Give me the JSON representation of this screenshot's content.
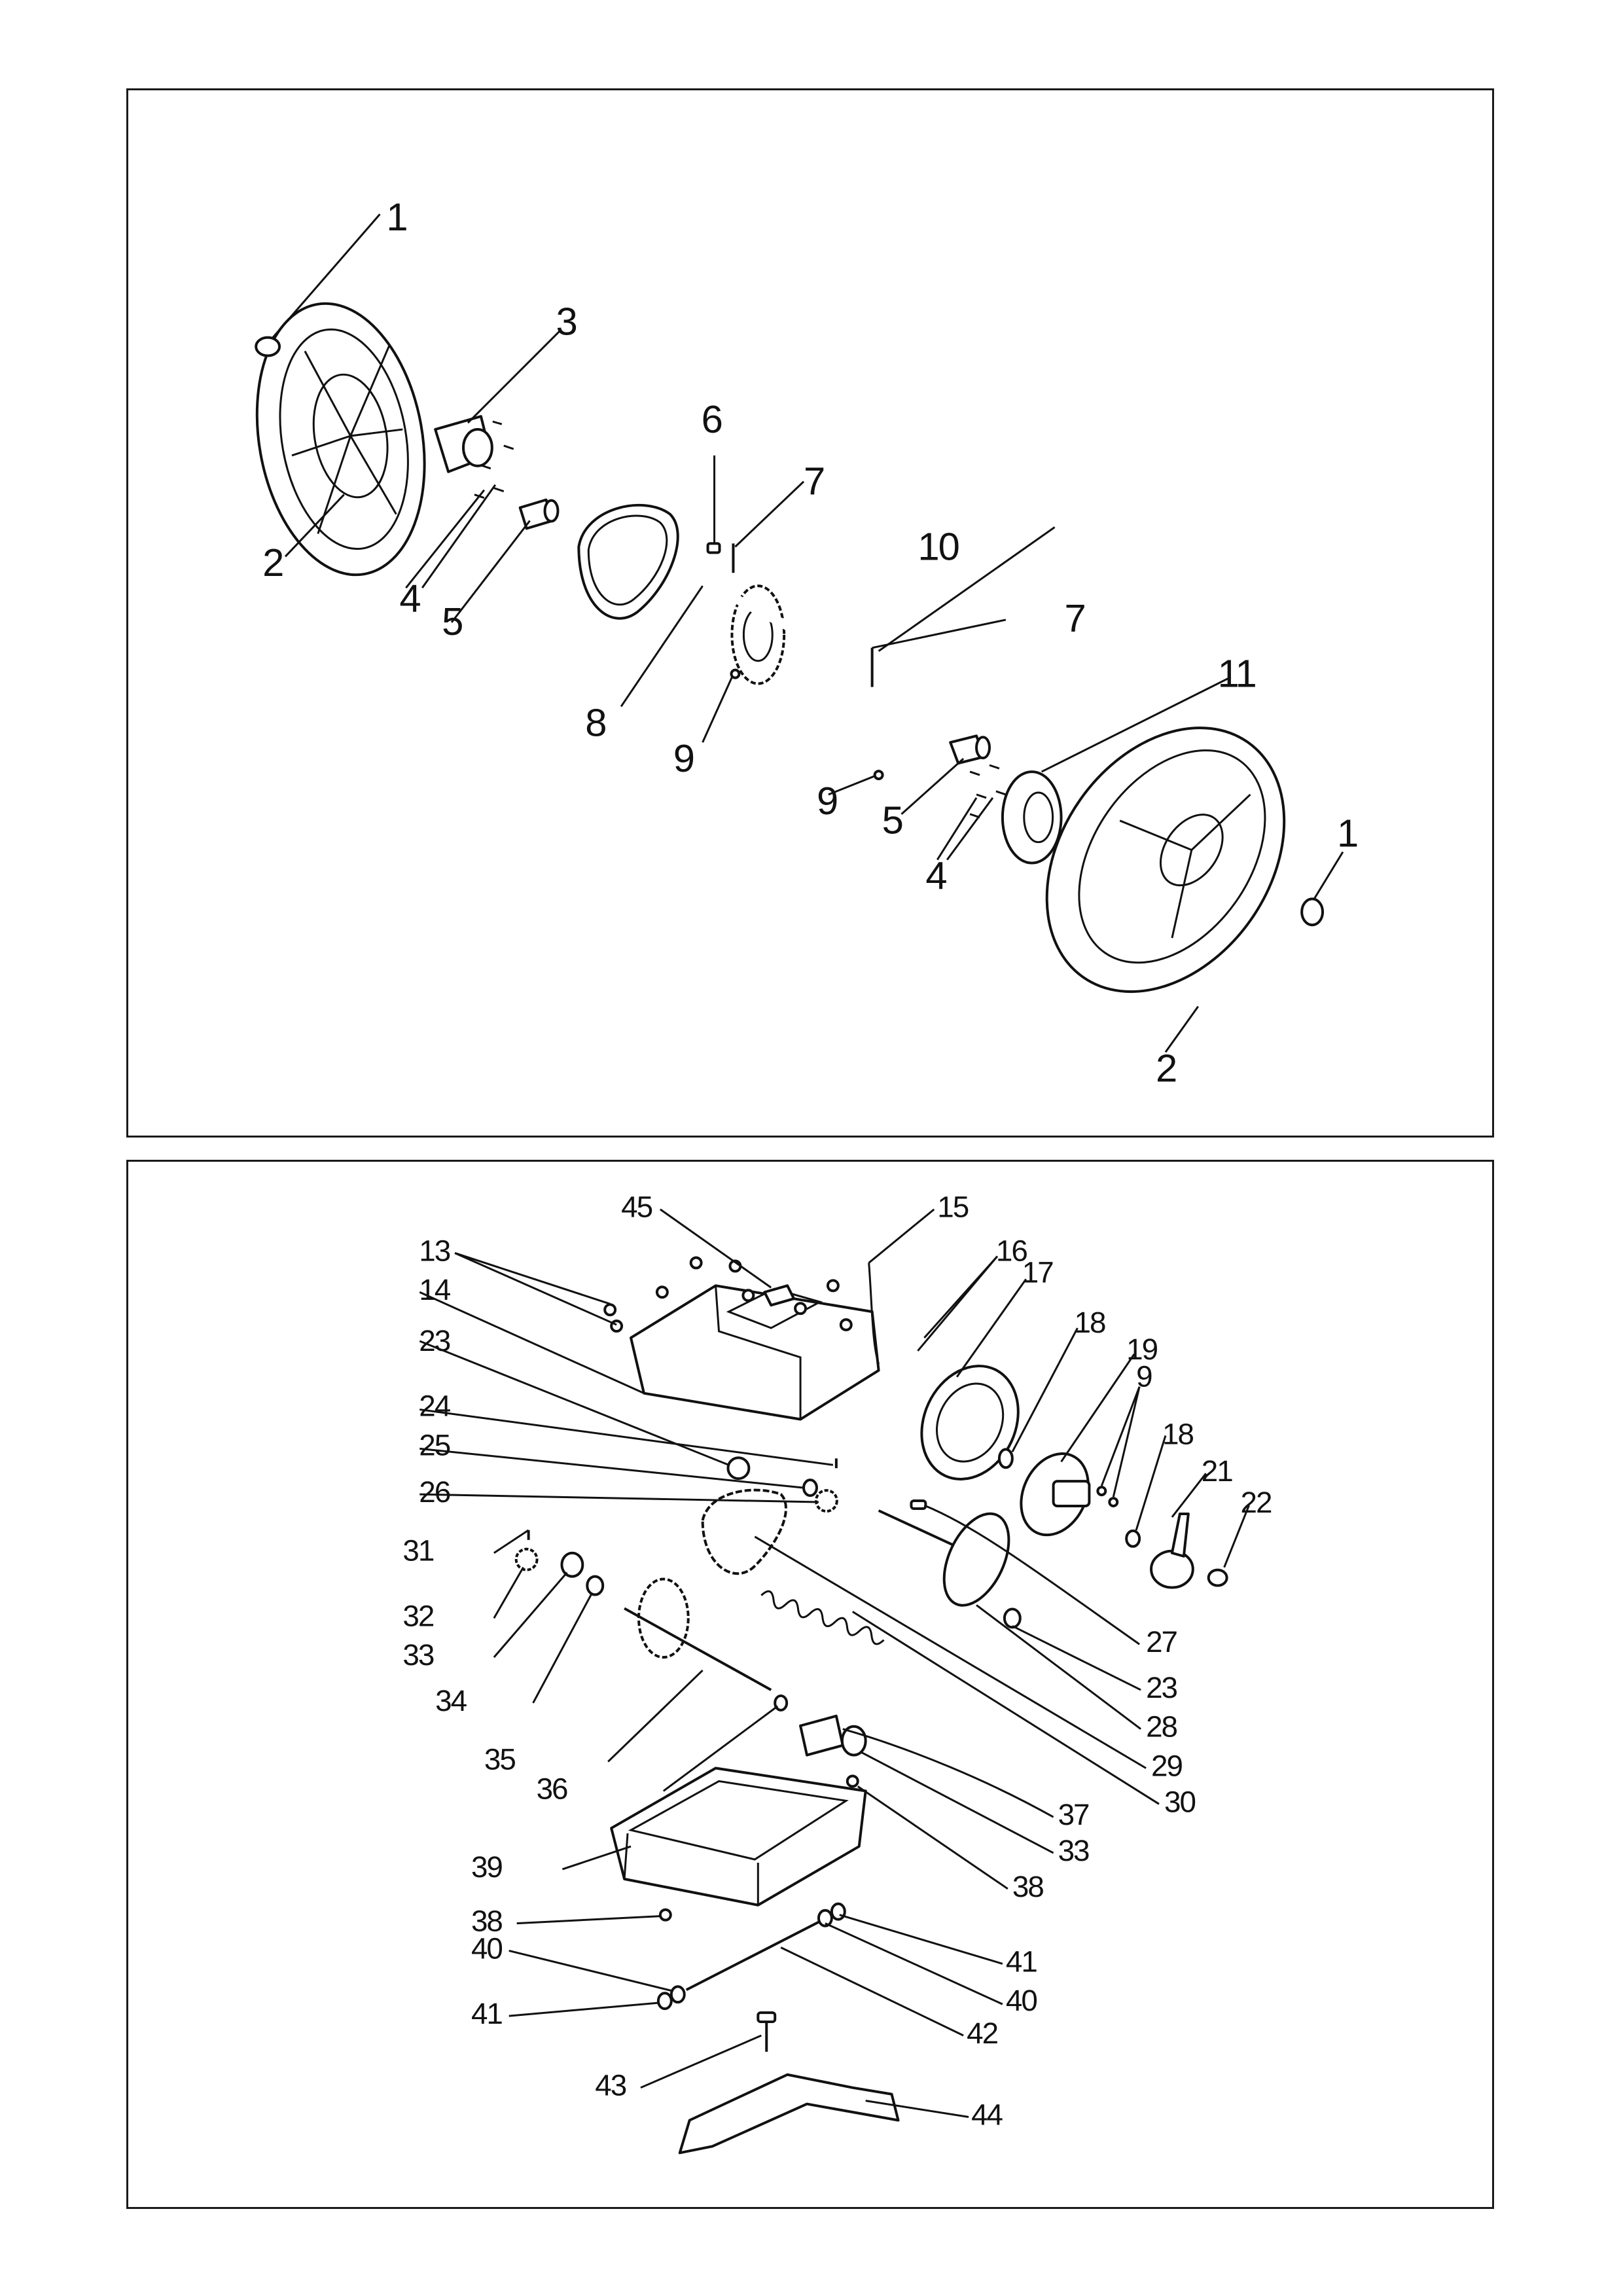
{
  "top_diagram": {
    "callouts": [
      "1",
      "2",
      "3",
      "4",
      "5",
      "6",
      "7",
      "10",
      "7",
      "8",
      "9",
      "11",
      "9",
      "5",
      "1",
      "4",
      "2"
    ]
  },
  "bottom_diagram": {
    "callouts": [
      "45",
      "15",
      "13",
      "16",
      "17",
      "14",
      "18",
      "19",
      "23",
      "9",
      "24",
      "18",
      "21",
      "22",
      "25",
      "26",
      "31",
      "27",
      "32",
      "23",
      "33",
      "28",
      "34",
      "29",
      "35",
      "30",
      "36",
      "37",
      "33",
      "39",
      "38",
      "38",
      "41",
      "40",
      "40",
      "42",
      "41",
      "43",
      "44"
    ]
  },
  "colors": {
    "line": "#111111",
    "background": "#ffffff"
  }
}
